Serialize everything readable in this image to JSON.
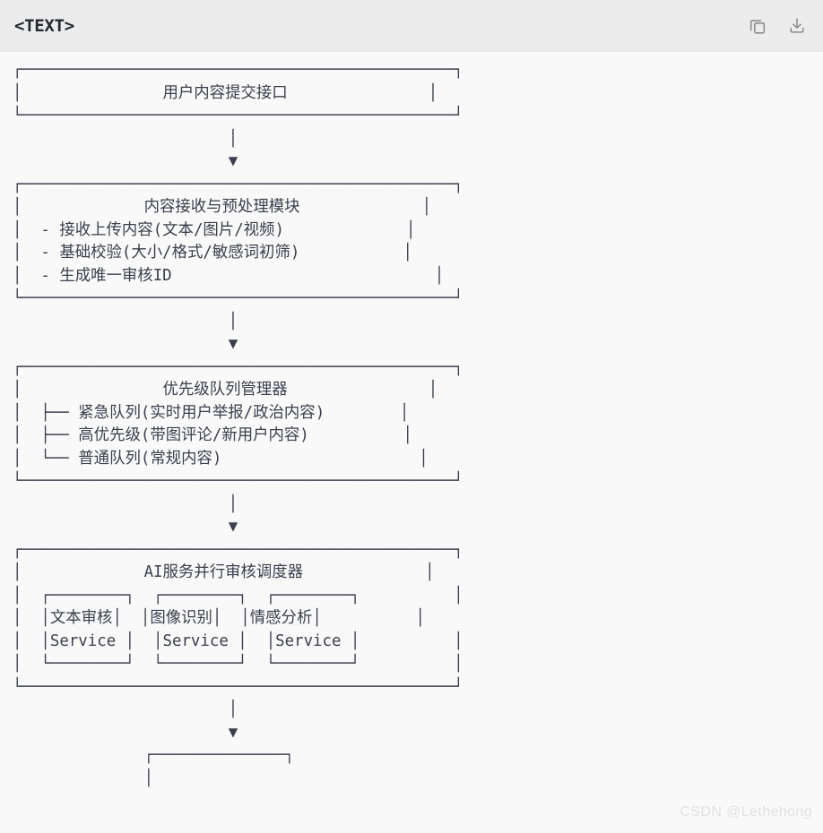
{
  "header": {
    "title": "<TEXT>",
    "copy_icon": "copy-icon",
    "download_icon": "download-icon"
  },
  "watermark": "CSDN @Lethehong",
  "colors": {
    "header_background": "#ececec",
    "canvas_background": "#f9f9f9",
    "diagram_text": "#3a3f4b",
    "title_text": "#24292f",
    "icon_stroke": "#8c8c90",
    "watermark_text": "#e2e2e4"
  },
  "diagram": {
    "language": "text",
    "type": "ascii-box-flowchart",
    "nodes": [
      {
        "id": "user-submit-interface",
        "title": "用户内容提交接口",
        "items": []
      },
      {
        "id": "content-receive-preprocess",
        "title": "内容接收与预处理模块",
        "items": [
          "- 接收上传内容(文本/图片/视频)",
          "- 基础校验(大小/格式/敏感词初筛)",
          "- 生成唯一审核ID"
        ]
      },
      {
        "id": "priority-queue-manager",
        "title": "优先级队列管理器",
        "items": [
          "├── 紧急队列(实时用户举报/政治内容)",
          "├── 高优先级(带图评论/新用户内容)",
          "└── 普通队列(常规内容)"
        ]
      },
      {
        "id": "ai-parallel-review-scheduler",
        "title": "AI服务并行审核调度器",
        "subnodes": [
          {
            "id": "text-review-service",
            "line1": "文本审核",
            "line2": "Service"
          },
          {
            "id": "image-recognition-service",
            "line1": "图像识别",
            "line2": "Service"
          },
          {
            "id": "sentiment-analysis-service",
            "line1": "情感分析",
            "line2": "Service"
          }
        ]
      },
      {
        "id": "next-node-partial",
        "title": "",
        "items": [],
        "note": "clipped at viewport bottom"
      }
    ],
    "lines": [
      "┌──────────────────────────────────────────────┐",
      "│               用户内容提交接口               │",
      "└──────────────────────────────────────────────┘",
      "                       │",
      "                       ▼",
      "┌──────────────────────────────────────────────┐",
      "│             内容接收与预处理模块             │",
      "│  - 接收上传内容(文本/图片/视频)             │",
      "│  - 基础校验(大小/格式/敏感词初筛)           │",
      "│  - 生成唯一审核ID                            │",
      "└──────────────────────────────────────────────┘",
      "                       │",
      "                       ▼",
      "┌──────────────────────────────────────────────┐",
      "│               优先级队列管理器               │",
      "│  ├── 紧急队列(实时用户举报/政治内容)        │",
      "│  ├── 高优先级(带图评论/新用户内容)          │",
      "│  └── 普通队列(常规内容)                     │",
      "└──────────────────────────────────────────────┘",
      "                       │",
      "                       ▼",
      "┌──────────────────────────────────────────────┐",
      "│             AI服务并行审核调度器             │",
      "│  ┌────────┐  ┌────────┐  ┌────────┐          │",
      "│  │文本审核│  │图像识别│  │情感分析│          │",
      "│  │Service │  │Service │  │Service │          │",
      "│  └────────┘  └────────┘  └────────┘          │",
      "└──────────────────────────────────────────────┘",
      "                       │",
      "                       ▼",
      "              ┌──────────────┐",
      "              │"
    ]
  }
}
